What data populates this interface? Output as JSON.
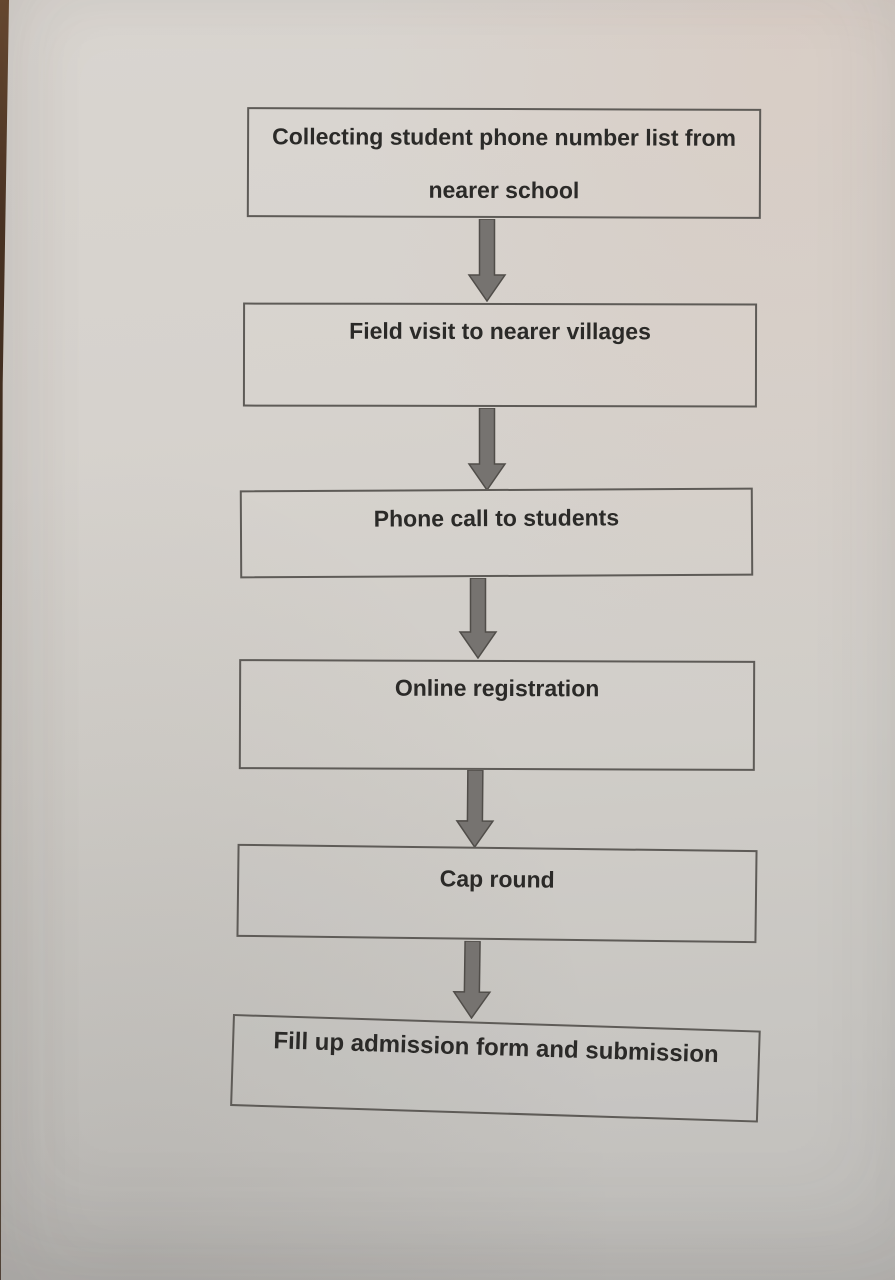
{
  "photo": {
    "paper_color_top": "#d9d5d0",
    "paper_color_bottom": "#bfbdba",
    "wood_edge_color": "#4a3322"
  },
  "flowchart": {
    "box_border_color": "#5e5b57",
    "text_color": "#2b2a28",
    "arrow_fill": "#767370",
    "arrow_outline": "#504d49",
    "steps": [
      {
        "label": "Collecting student phone number list from nearer school"
      },
      {
        "label": "Field visit to nearer villages"
      },
      {
        "label": "Phone call to students"
      },
      {
        "label": "Online registration"
      },
      {
        "label": "Cap round"
      },
      {
        "label": "Fill up admission form and submission"
      }
    ]
  }
}
